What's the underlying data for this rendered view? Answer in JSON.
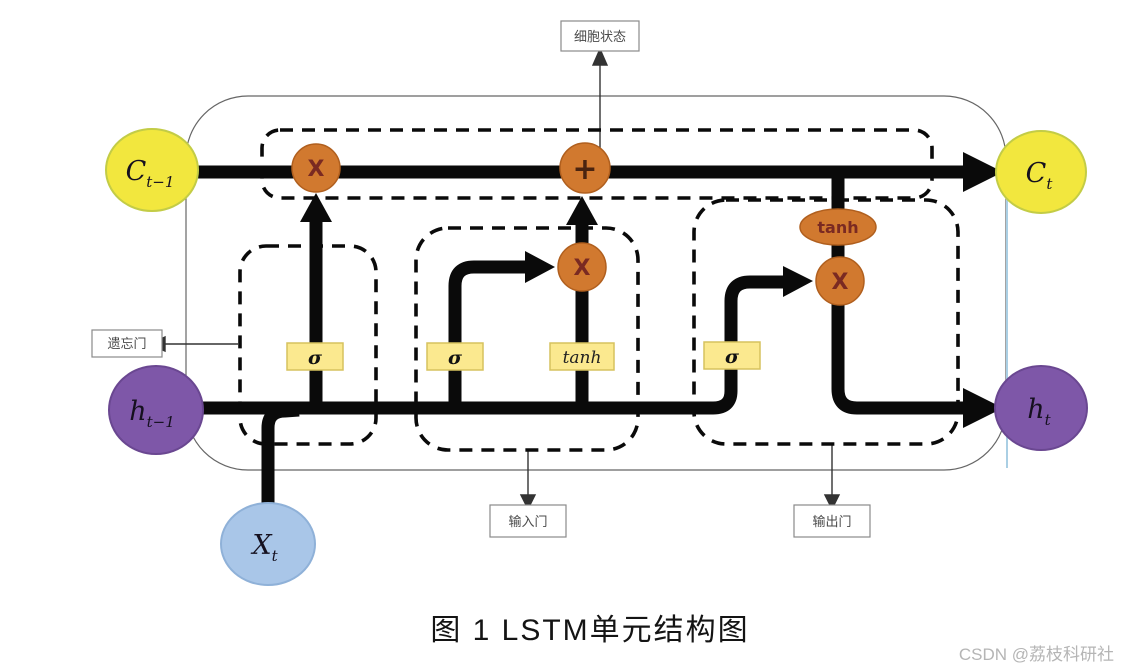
{
  "diagram": {
    "nodes": {
      "c_prev": {
        "main": "C",
        "sub": "t−1"
      },
      "c_next": {
        "main": "C",
        "sub": "t"
      },
      "h_prev": {
        "main": "h",
        "sub": "t−1"
      },
      "h_next": {
        "main": "h",
        "sub": "t"
      },
      "x_t": {
        "main": "X",
        "sub": "t"
      }
    },
    "operators": {
      "forget_multiply": "X",
      "add": "+",
      "input_multiply": "X",
      "output_multiply": "X",
      "tanh_activation": "tanh"
    },
    "activations": {
      "forget_sigma": "σ",
      "input_sigma": "σ",
      "input_tanh": "tanh",
      "output_sigma": "σ"
    },
    "annotations": {
      "cell_state": "细胞状态",
      "forget_gate": "遗忘门",
      "input_gate": "输入门",
      "output_gate": "输出门"
    },
    "colors": {
      "cell_yellow": "#f2e73e",
      "hidden_purple": "#7e57a8",
      "input_blue": "#a9c6e8",
      "op_orange": "#d1792f",
      "box_yellow": "#fbe98f"
    }
  },
  "caption": "图 1  LSTM单元结构图",
  "watermark": "CSDN @荔枝科研社"
}
